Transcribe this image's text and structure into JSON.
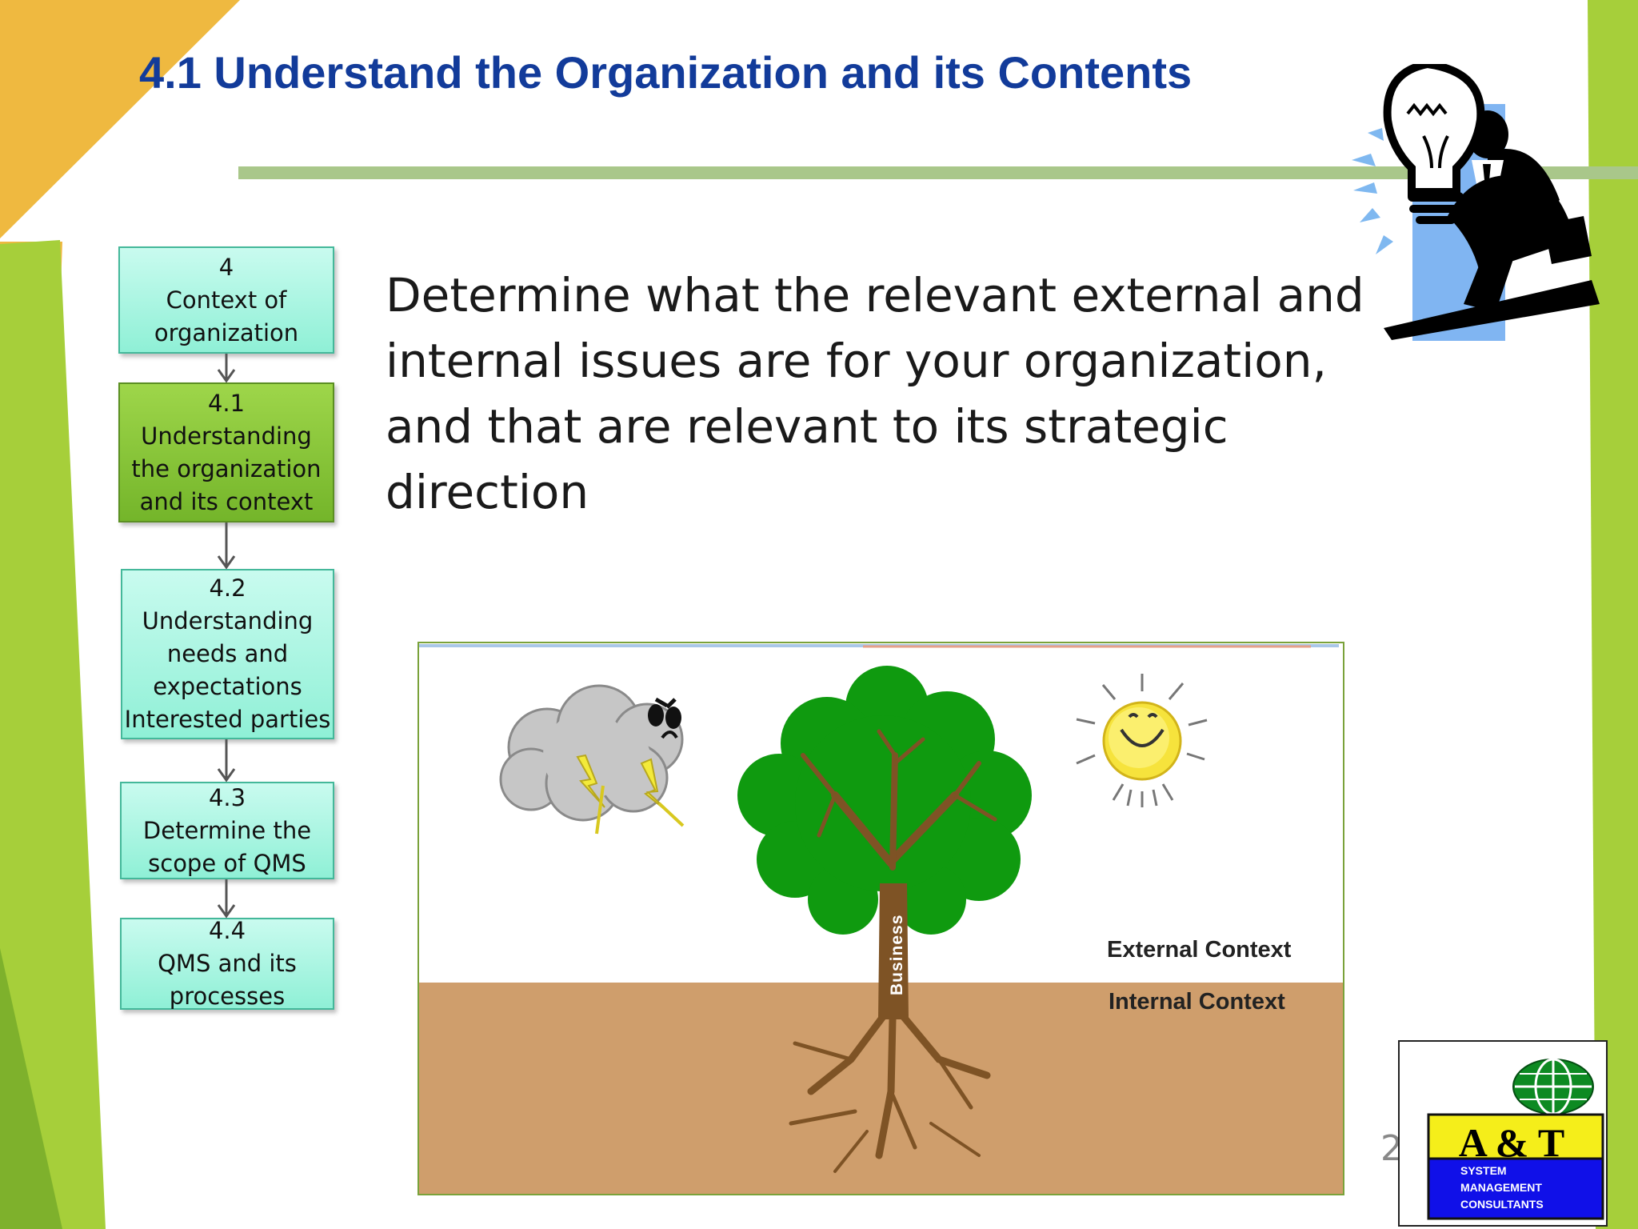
{
  "slide": {
    "title": "4.1 Understand the Organization and its Contents",
    "body": "Determine what the relevant external and internal issues are for your organization, and that are relevant to its strategic direction",
    "page_number": "2"
  },
  "flowchart": {
    "steps": [
      {
        "lines": [
          "4",
          "Context of",
          "organization"
        ]
      },
      {
        "lines": [
          "4.1",
          "Understanding",
          "the organization",
          "and its context"
        ]
      },
      {
        "lines": [
          "4.2",
          "Understanding",
          "needs and",
          "expectations",
          "Interested parties"
        ]
      },
      {
        "lines": [
          "4.3",
          "Determine  the",
          "scope of QMS"
        ]
      },
      {
        "lines": [
          "4.4",
          "QMS and its",
          "processes"
        ]
      }
    ],
    "active_step": 1
  },
  "illustration": {
    "trunk_label": "Business",
    "external_label": "External Context",
    "internal_label": "Internal Context"
  },
  "logo": {
    "brand": "A & T",
    "lines": [
      "SYSTEM",
      "MANAGEMENT",
      "CONSULTANTS"
    ]
  },
  "colors": {
    "title": "#123b9a",
    "accent_green": "#9fcf3f",
    "accent_orange": "#efb940",
    "active_box": "#7ab72f",
    "box_fill": "#b4f6e6",
    "ground": "#cf9e6c"
  },
  "icons": {
    "lightbulb": "lightbulb-man-icon",
    "storm": "storm-cloud-icon",
    "sun": "smiling-sun-icon",
    "tree": "tree-icon",
    "globe": "globe-icon"
  }
}
